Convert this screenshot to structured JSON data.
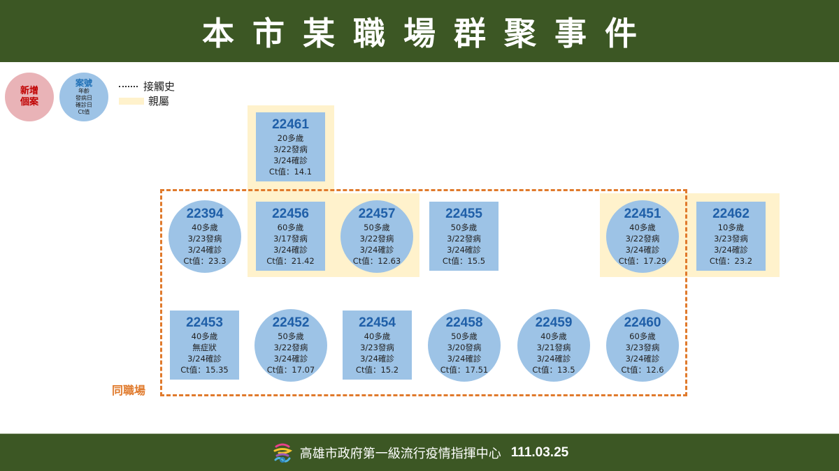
{
  "header": {
    "title": "本市某職場群聚事件"
  },
  "legend": {
    "new_case": [
      "新增",
      "個案"
    ],
    "case_key": {
      "title": "案號",
      "lines": [
        "年齡",
        "發病日",
        "確診日",
        "Ct值"
      ]
    },
    "contact_label": "接觸史",
    "family_label": "親屬"
  },
  "workplace_label": "同職場",
  "colors": {
    "header_bg": "#3c5724",
    "node_blue": "#9dc3e6",
    "case_id": "#1f5fa8",
    "family_bg": "#fff2cc",
    "workplace_border": "#e07a2c",
    "new_case_pink": "#e9b3b7",
    "new_case_text": "#c00000"
  },
  "cases": [
    {
      "id": "22461",
      "shape": "square",
      "age": "20多歲",
      "onset": "3/22發病",
      "confirmed": "3/24確診",
      "ct": "Ct值：14.1"
    },
    {
      "id": "22394",
      "shape": "circle",
      "age": "40多歲",
      "onset": "3/23發病",
      "confirmed": "3/24確診",
      "ct": "Ct值：23.3"
    },
    {
      "id": "22456",
      "shape": "square",
      "age": "60多歲",
      "onset": "3/17發病",
      "confirmed": "3/24確診",
      "ct": "Ct值：21.42"
    },
    {
      "id": "22457",
      "shape": "circle",
      "age": "50多歲",
      "onset": "3/22發病",
      "confirmed": "3/24確診",
      "ct": "Ct值：12.63"
    },
    {
      "id": "22455",
      "shape": "square",
      "age": "50多歲",
      "onset": "3/22發病",
      "confirmed": "3/24確診",
      "ct": "Ct值：15.5"
    },
    {
      "id": "22451",
      "shape": "circle",
      "age": "40多歲",
      "onset": "3/22發病",
      "confirmed": "3/24確診",
      "ct": "Ct值：17.29"
    },
    {
      "id": "22462",
      "shape": "square",
      "age": "10多歲",
      "onset": "3/23發病",
      "confirmed": "3/24確診",
      "ct": "Ct值：23.2"
    },
    {
      "id": "22453",
      "shape": "square",
      "age": "40多歲",
      "onset": "無症狀",
      "confirmed": "3/24確診",
      "ct": "Ct值：15.35"
    },
    {
      "id": "22452",
      "shape": "circle",
      "age": "50多歲",
      "onset": "3/22發病",
      "confirmed": "3/24確診",
      "ct": "Ct值：17.07"
    },
    {
      "id": "22454",
      "shape": "square",
      "age": "40多歲",
      "onset": "3/23發病",
      "confirmed": "3/24確診",
      "ct": "Ct值：15.2"
    },
    {
      "id": "22458",
      "shape": "circle",
      "age": "50多歲",
      "onset": "3/20發病",
      "confirmed": "3/24確診",
      "ct": "Ct值：17.51"
    },
    {
      "id": "22459",
      "shape": "circle",
      "age": "40多歲",
      "onset": "3/21發病",
      "confirmed": "3/24確診",
      "ct": "Ct值：13.5"
    },
    {
      "id": "22460",
      "shape": "circle",
      "age": "60多歲",
      "onset": "3/23發病",
      "confirmed": "3/24確診",
      "ct": "Ct值：12.6"
    }
  ],
  "footer": {
    "org": "高雄市政府第一級流行疫情指揮中心",
    "date": "111.03.25"
  }
}
